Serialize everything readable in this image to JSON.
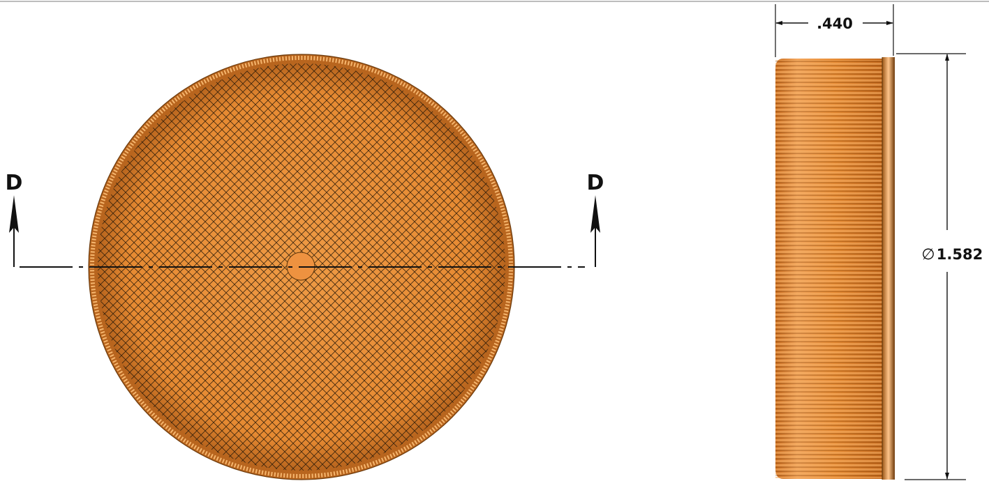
{
  "drawing": {
    "section_label_left": "D",
    "section_label_right": "D",
    "width_dim": ".440",
    "diameter_symbol": "∅",
    "diameter_dim": "1.582"
  },
  "colors": {
    "part": "#E8882F",
    "part_light": "#F6B66E",
    "part_dark": "#8A4A12",
    "edge": "#5A3308",
    "line": "#111111",
    "frame": "#bdbdbd"
  }
}
